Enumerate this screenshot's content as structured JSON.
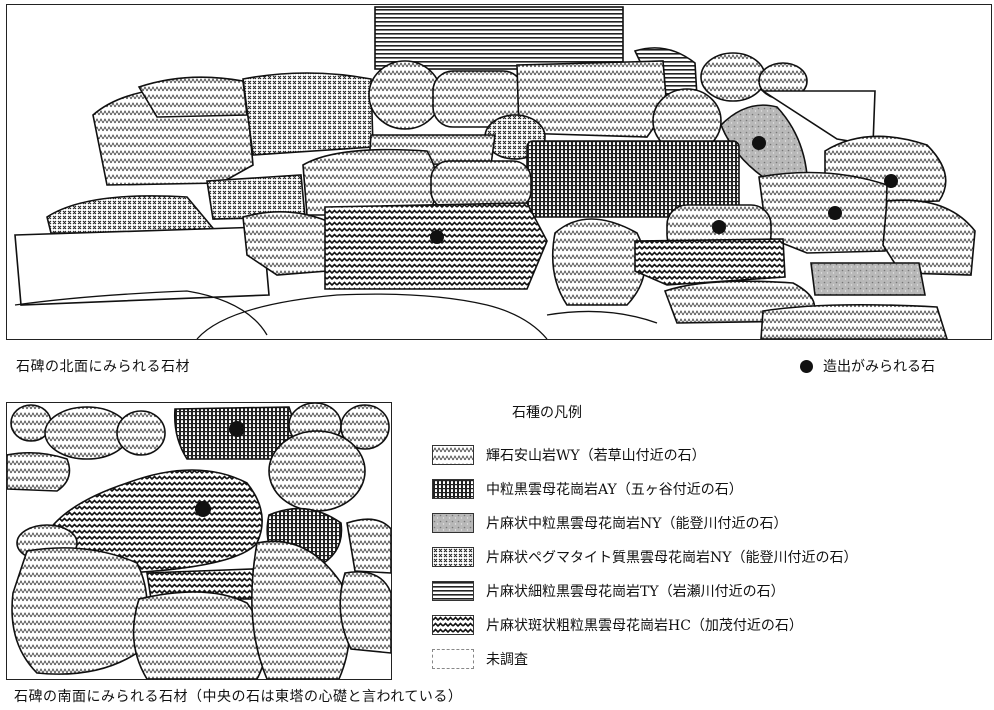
{
  "north_caption": "石碑の北面にみられる石材",
  "south_caption": "石碑の南面にみられる石材（中央の石は東塔の心礎と言われている）",
  "carved_legend": "造出がみられる石",
  "legend_title": "石種の凡例",
  "legend": [
    {
      "pattern": "andesite",
      "label": "輝石安山岩WY（若草山付近の石）"
    },
    {
      "pattern": "medium-granite-ay",
      "label": "中粒黒雲母花崗岩AY（五ヶ谷付近の石）"
    },
    {
      "pattern": "gneissic-medium-ny",
      "label": "片麻状中粒黒雲母花崗岩NY（能登川付近の石）"
    },
    {
      "pattern": "pegmatite-ny",
      "label": "片麻状ペグマタイト質黒雲母花崗岩NY（能登川付近の石）"
    },
    {
      "pattern": "fine-granite-ty",
      "label": "片麻状細粒黒雲母花崗岩TY（岩瀬川付近の石）"
    },
    {
      "pattern": "porphyritic-hc",
      "label": "片麻状斑状粗粒黒雲母花崗岩HC（加茂付近の石）"
    },
    {
      "pattern": "unsurveyed",
      "label": "未調査"
    }
  ]
}
